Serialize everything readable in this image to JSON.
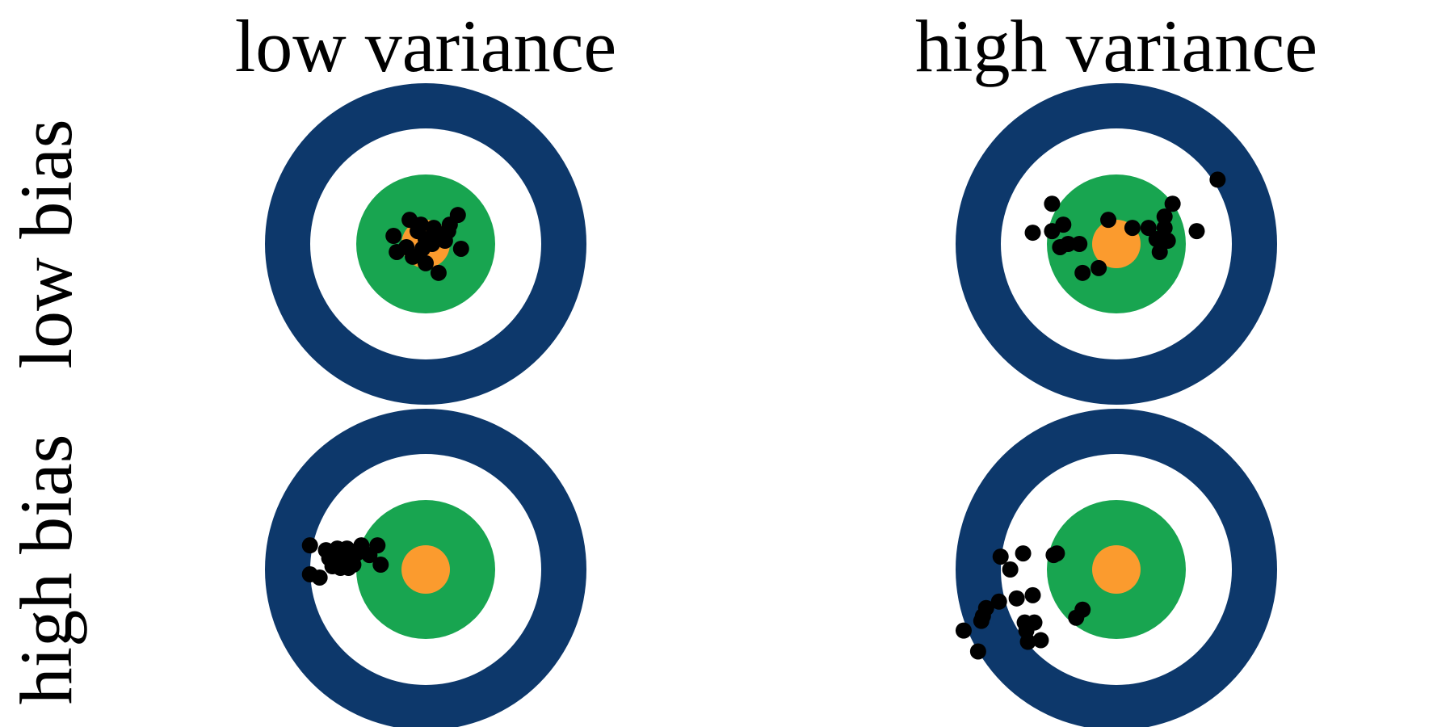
{
  "columns": [
    {
      "label": "low variance"
    },
    {
      "label": "high variance"
    }
  ],
  "rows": [
    {
      "label": "low bias"
    },
    {
      "label": "high bias"
    }
  ],
  "colors": {
    "outer_ring": "#0d386b",
    "middle_ring": "#ffffff",
    "inner_ring": "#18a550",
    "bullseye": "#fb9b2e",
    "hit": "#000000",
    "background": "#ffffff"
  },
  "targets": [
    {
      "name": "low-bias-low-variance",
      "row": 0,
      "col": 0,
      "hits": [
        [
          -0.1,
          -0.15
        ],
        [
          -0.05,
          -0.08
        ],
        [
          0.0,
          -0.03
        ],
        [
          0.05,
          -0.1
        ],
        [
          0.1,
          -0.05
        ],
        [
          0.15,
          -0.12
        ],
        [
          0.2,
          -0.18
        ],
        [
          -0.2,
          -0.05
        ],
        [
          -0.18,
          0.05
        ],
        [
          -0.08,
          0.08
        ],
        [
          0.0,
          0.12
        ],
        [
          0.08,
          0.18
        ],
        [
          0.22,
          0.03
        ],
        [
          0.12,
          -0.02
        ],
        [
          -0.02,
          0.03
        ],
        [
          0.04,
          0.0
        ],
        [
          -0.12,
          0.02
        ],
        [
          0.14,
          -0.08
        ],
        [
          -0.03,
          -0.12
        ],
        [
          0.07,
          -0.04
        ]
      ]
    },
    {
      "name": "low-bias-high-variance",
      "row": 0,
      "col": 1,
      "hits": [
        [
          -0.4,
          -0.25
        ],
        [
          -0.52,
          -0.07
        ],
        [
          -0.4,
          -0.08
        ],
        [
          -0.33,
          -0.12
        ],
        [
          -0.3,
          0.0
        ],
        [
          -0.23,
          0.0
        ],
        [
          -0.35,
          0.02
        ],
        [
          -0.05,
          -0.15
        ],
        [
          0.1,
          -0.1
        ],
        [
          0.2,
          -0.1
        ],
        [
          0.3,
          -0.1
        ],
        [
          0.35,
          -0.25
        ],
        [
          0.3,
          -0.17
        ],
        [
          0.25,
          -0.03
        ],
        [
          0.32,
          -0.02
        ],
        [
          0.27,
          0.05
        ],
        [
          0.5,
          -0.08
        ],
        [
          0.63,
          -0.4
        ],
        [
          -0.21,
          0.18
        ],
        [
          -0.11,
          0.15
        ]
      ]
    },
    {
      "name": "high-bias-low-variance",
      "row": 1,
      "col": 0,
      "hits": [
        [
          -0.72,
          -0.15
        ],
        [
          -0.72,
          0.03
        ],
        [
          -0.66,
          0.05
        ],
        [
          -0.62,
          -0.12
        ],
        [
          -0.6,
          -0.07
        ],
        [
          -0.57,
          -0.1
        ],
        [
          -0.55,
          -0.13
        ],
        [
          -0.54,
          -0.04
        ],
        [
          -0.51,
          -0.06
        ],
        [
          -0.49,
          -0.13
        ],
        [
          -0.47,
          -0.07
        ],
        [
          -0.45,
          -0.03
        ],
        [
          -0.43,
          -0.1
        ],
        [
          -0.4,
          -0.15
        ],
        [
          -0.3,
          -0.15
        ],
        [
          -0.28,
          -0.03
        ],
        [
          -0.35,
          -0.09
        ],
        [
          -0.53,
          -0.01
        ],
        [
          -0.58,
          -0.02
        ],
        [
          -0.48,
          -0.01
        ]
      ]
    },
    {
      "name": "high-bias-high-variance",
      "row": 1,
      "col": 1,
      "hits": [
        [
          -0.95,
          0.38
        ],
        [
          -0.86,
          0.51
        ],
        [
          -0.84,
          0.32
        ],
        [
          -0.81,
          0.24
        ],
        [
          -0.83,
          0.29
        ],
        [
          -0.73,
          0.2
        ],
        [
          -0.72,
          -0.08
        ],
        [
          -0.66,
          0.0
        ],
        [
          -0.58,
          -0.1
        ],
        [
          -0.62,
          0.18
        ],
        [
          -0.57,
          0.33
        ],
        [
          -0.56,
          0.38
        ],
        [
          -0.55,
          0.45
        ],
        [
          -0.51,
          0.33
        ],
        [
          -0.39,
          -0.09
        ],
        [
          -0.47,
          0.44
        ],
        [
          -0.52,
          0.16
        ],
        [
          -0.25,
          0.3
        ],
        [
          -0.21,
          0.25
        ],
        [
          -0.37,
          -0.1
        ]
      ]
    }
  ]
}
